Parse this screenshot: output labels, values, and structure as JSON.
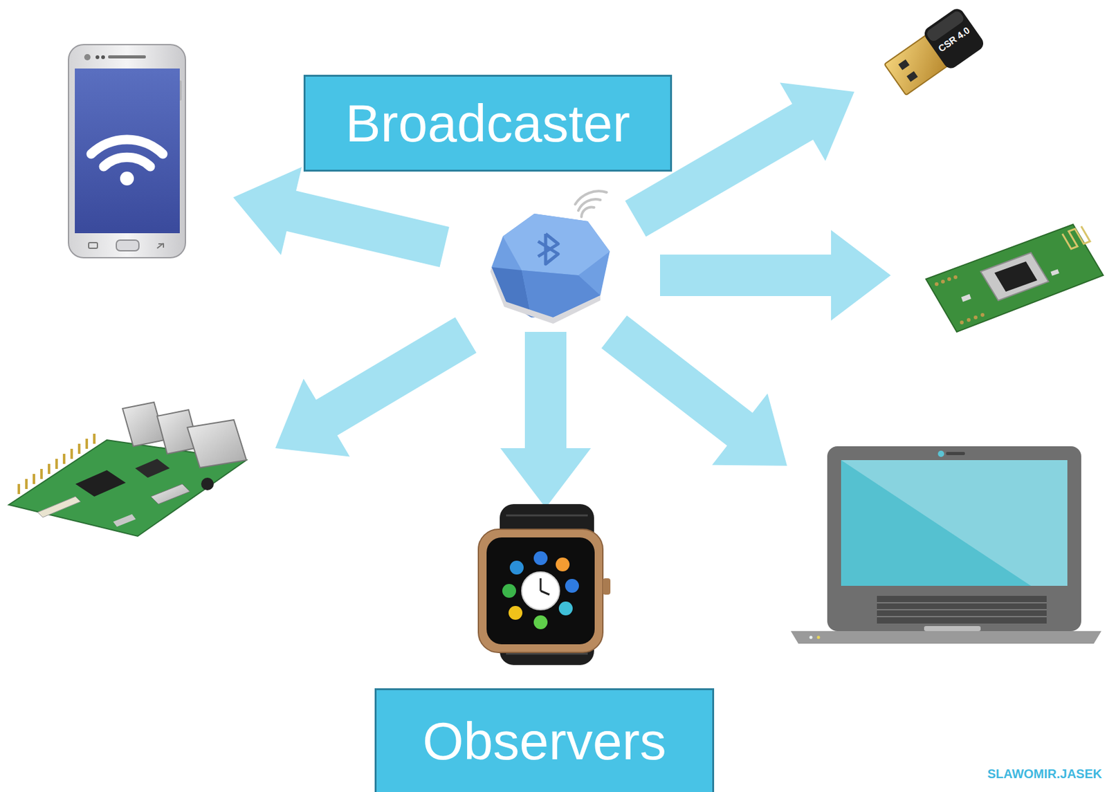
{
  "diagram": {
    "nodes": [
      {
        "text": [
          "Broadcaster"
        ]
      },
      {
        "text": [
          "Observers"
        ]
      }
    ],
    "labels": [
      "CSR 4.0",
      "SLAWOMIR.JASEK"
    ]
  }
}
